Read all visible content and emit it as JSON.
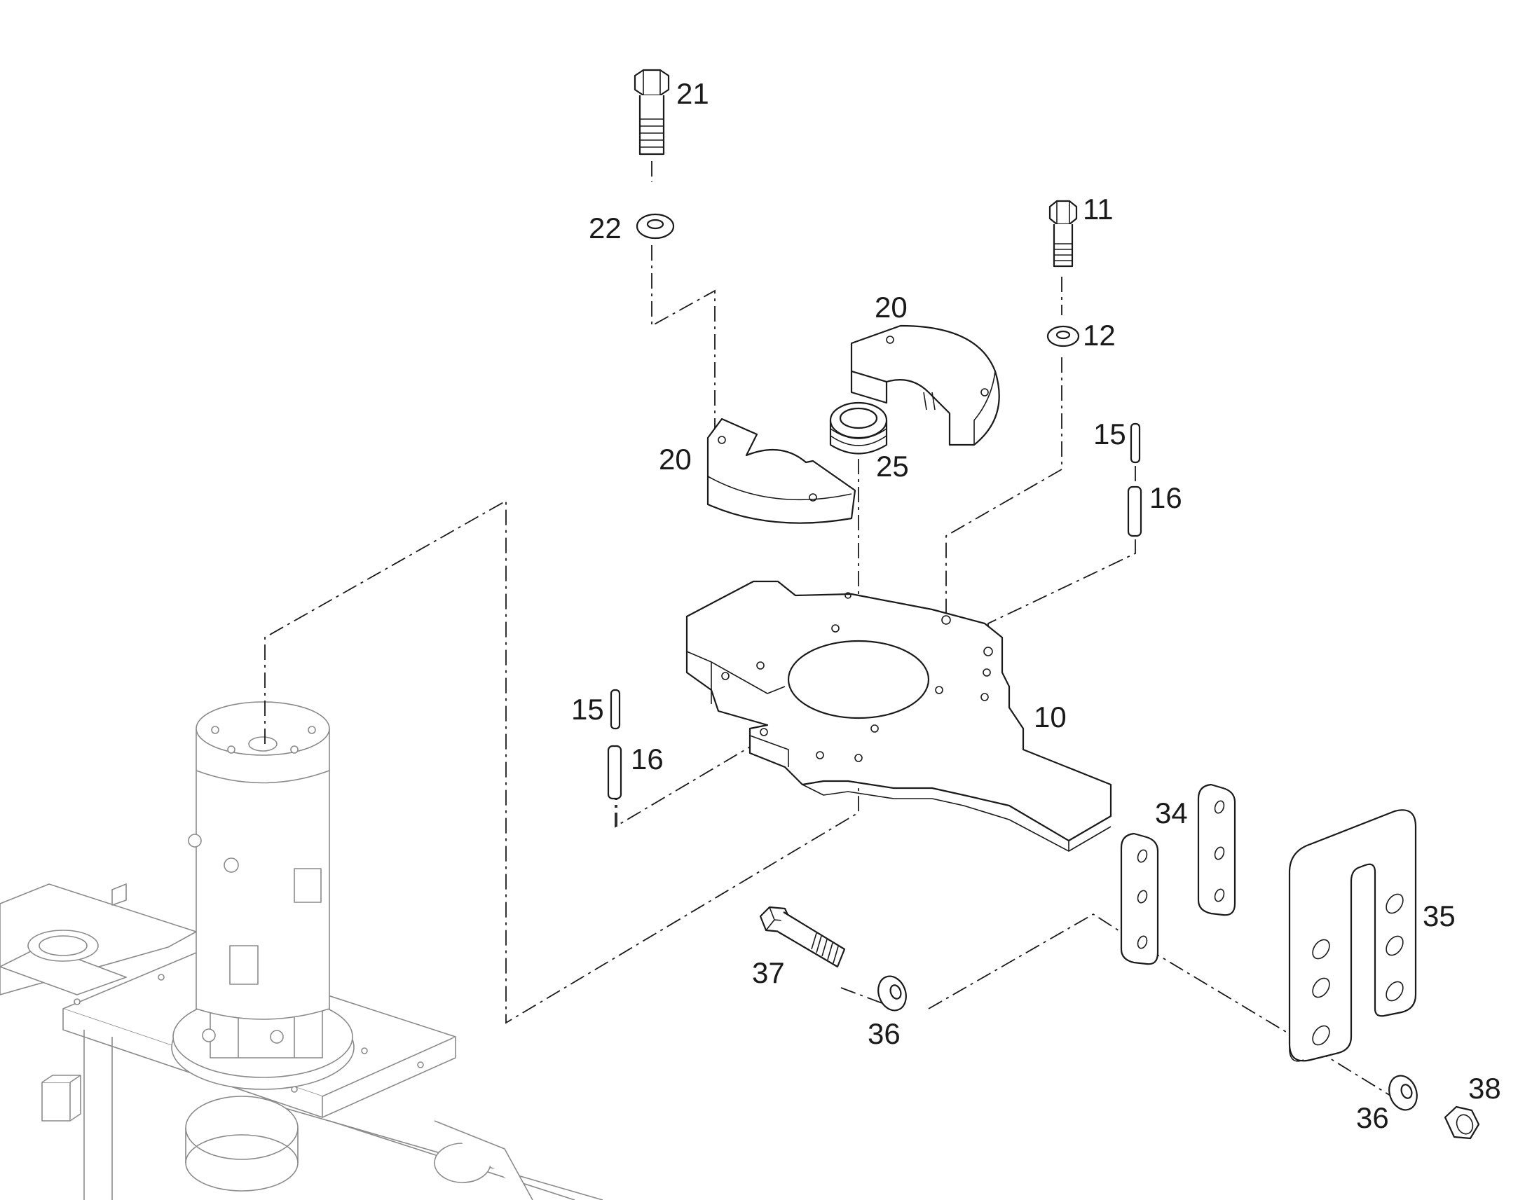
{
  "diagram": {
    "callouts": [
      {
        "id": "c21",
        "text": "21"
      },
      {
        "id": "c22",
        "text": "22"
      },
      {
        "id": "c11",
        "text": "11"
      },
      {
        "id": "c12",
        "text": "12"
      },
      {
        "id": "c20a",
        "text": "20"
      },
      {
        "id": "c20b",
        "text": "20"
      },
      {
        "id": "c25",
        "text": "25"
      },
      {
        "id": "c15a",
        "text": "15"
      },
      {
        "id": "c16a",
        "text": "16"
      },
      {
        "id": "c15b",
        "text": "15"
      },
      {
        "id": "c16b",
        "text": "16"
      },
      {
        "id": "c10",
        "text": "10"
      },
      {
        "id": "c34",
        "text": "34"
      },
      {
        "id": "c35",
        "text": "35"
      },
      {
        "id": "c37",
        "text": "37"
      },
      {
        "id": "c36a",
        "text": "36"
      },
      {
        "id": "c36b",
        "text": "36"
      },
      {
        "id": "c38",
        "text": "38"
      }
    ]
  }
}
